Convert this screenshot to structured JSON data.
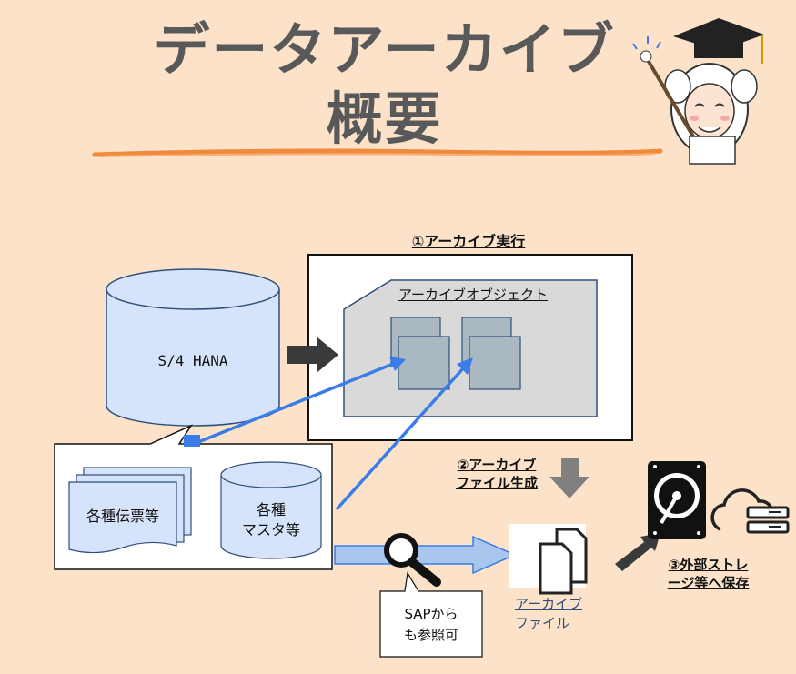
{
  "title_line1": "データアーカイブ",
  "title_line2": "概要",
  "step1": "①アーカイブ実行",
  "archive_object": "アーカイブオブジェクト",
  "s4hana": "S/4 HANA",
  "documents": "各種伝票等",
  "master_line1": "各種",
  "master_line2": "マスタ等",
  "step2_line1": "②アーカイブ",
  "step2_line2": "ファイル生成",
  "archive_file_line1": "アーカイブ",
  "archive_file_line2": "ファイル",
  "step3_line1": "③外部ストレ",
  "step3_line2": "ージ等へ保存",
  "sap_ref_line1": "SAPから",
  "sap_ref_line2": "も参照可",
  "colors": {
    "background": "#fbe2c9",
    "title": "#595959",
    "db_fill": "#d6e4fb",
    "arrow_blue": "#3a7de8",
    "accent_orange": "#f08a3c"
  }
}
